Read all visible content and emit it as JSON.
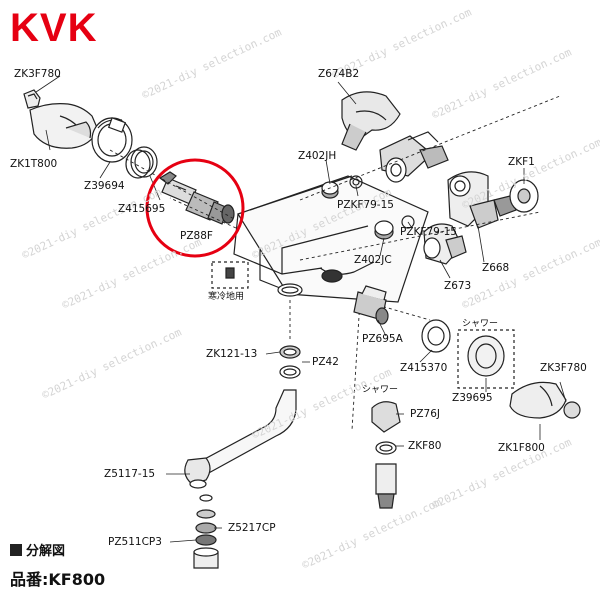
{
  "brand": {
    "name": "KVK",
    "color": "#e60012"
  },
  "watermark": "©2021-diy selection.com",
  "highlight_color": "#e60012",
  "parts": [
    {
      "id": "zk3f780-left",
      "label": "ZK3F780"
    },
    {
      "id": "zk1t800",
      "label": "ZK1T800"
    },
    {
      "id": "z39694",
      "label": "Z39694"
    },
    {
      "id": "z415695",
      "label": "Z415695"
    },
    {
      "id": "pz88f",
      "label": "PZ88F"
    },
    {
      "id": "z674b2",
      "label": "Z674B2"
    },
    {
      "id": "z402jh",
      "label": "Z402JH"
    },
    {
      "id": "pzkf79-15-a",
      "label": "PZKF79-15"
    },
    {
      "id": "pzkf79-15-b",
      "label": "PZKF79-15"
    },
    {
      "id": "zkf1",
      "label": "ZKF1"
    },
    {
      "id": "z402jc",
      "label": "Z402JC"
    },
    {
      "id": "z668",
      "label": "Z668"
    },
    {
      "id": "z673",
      "label": "Z673"
    },
    {
      "id": "kanreichi",
      "label": "寒冷地用"
    },
    {
      "id": "pz695a",
      "label": "PZ695A"
    },
    {
      "id": "zk121-13",
      "label": "ZK121-13"
    },
    {
      "id": "pz42",
      "label": "PZ42"
    },
    {
      "id": "z415370",
      "label": "Z415370"
    },
    {
      "id": "shower-top",
      "label": "シャワー"
    },
    {
      "id": "zk3f780-right",
      "label": "ZK3F780"
    },
    {
      "id": "z39695",
      "label": "Z39695"
    },
    {
      "id": "shower-mid",
      "label": "シャワー"
    },
    {
      "id": "pz76j",
      "label": "PZ76J"
    },
    {
      "id": "zk1f800",
      "label": "ZK1F800"
    },
    {
      "id": "zkf80",
      "label": "ZKF80"
    },
    {
      "id": "z5117-15",
      "label": "Z5117-15"
    },
    {
      "id": "z5217cp",
      "label": "Z5217CP"
    },
    {
      "id": "pz511cp3",
      "label": "PZ511CP3"
    }
  ],
  "footer": {
    "title": "分解図",
    "model": "品番:KF800"
  }
}
